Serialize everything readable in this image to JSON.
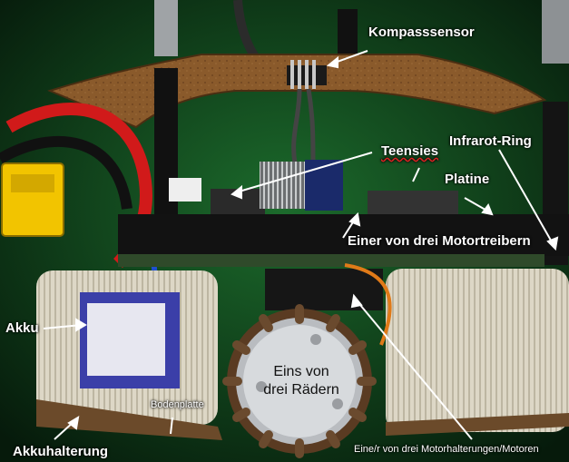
{
  "labels": {
    "kompass": "Kompasssensor",
    "teensies": "Teensies",
    "infrarot": "Infrarot-Ring",
    "platine": "Platine",
    "motortreiber": "Einer von drei Motortreibern",
    "akku": "Akku",
    "rad": "Eins von drei Rädern",
    "bodenplatte": "Bodenplatte",
    "akkuhalterung": "Akkuhalterung",
    "motoren": "Eine/r von drei Motorhalterungen/Motoren"
  },
  "colors": {
    "background": "#0d3a16",
    "label_text": "#ffffff",
    "wood": "#8a5a2b",
    "plastic": "#d9d3c2"
  }
}
